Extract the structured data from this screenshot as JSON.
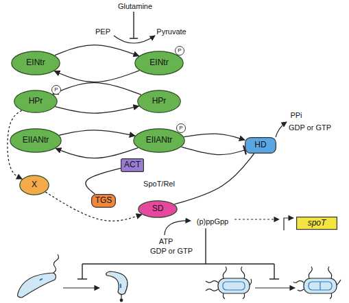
{
  "diagram": {
    "nodes": [
      {
        "text": [
          "EINtr"
        ]
      },
      {
        "text": [
          "EINtr"
        ]
      },
      {
        "text": [
          "HPr"
        ]
      },
      {
        "text": [
          "HPr"
        ]
      },
      {
        "text": [
          "EIIANtr"
        ]
      },
      {
        "text": [
          "EIIANtr"
        ]
      },
      {
        "text": [
          "ACT"
        ]
      },
      {
        "text": [
          "TGS"
        ]
      },
      {
        "text": [
          "SD"
        ]
      },
      {
        "text": [
          "HD"
        ]
      },
      {
        "text": [
          "X"
        ]
      },
      {
        "text": [
          "spoT"
        ]
      }
    ],
    "edges": [
      {
        "from": 0,
        "to": 1,
        "arrow": "to"
      },
      {
        "from": 1,
        "to": 0,
        "arrow": "to"
      },
      {
        "from": 3,
        "to": 2,
        "arrow": "to"
      },
      {
        "from": 2,
        "to": 3,
        "arrow": "to"
      },
      {
        "from": 4,
        "to": 5,
        "arrow": "to"
      },
      {
        "from": 5,
        "to": 4,
        "arrow": "to"
      },
      {
        "from": 2,
        "to": 10,
        "arrow": "to"
      },
      {
        "from": 10,
        "to": 8,
        "arrow": "to"
      },
      {
        "from": 5,
        "to": 9,
        "arrow": "to"
      },
      {
        "from": 5,
        "to": 9,
        "arrow": "to"
      },
      {
        "from": 6,
        "to": 7,
        "arrow": "none"
      },
      {
        "from": 8,
        "to": 9,
        "arrow": "none"
      }
    ],
    "labels": [
      "Glutamine",
      "PEP",
      "Pyruvate",
      "P",
      "P",
      "P",
      "SpoT/Rel",
      "PPi",
      "GDP or GTP",
      "ATP",
      "GDP or GTP",
      "(p)ppGpp"
    ]
  }
}
